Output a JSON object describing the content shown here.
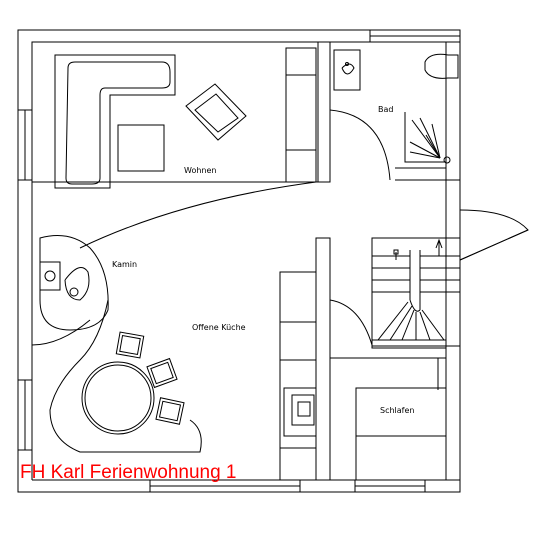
{
  "rooms": {
    "bad": "Bad",
    "wohnen": "Wohnen",
    "kamin": "Kamin",
    "kueche": "Offene Küche",
    "schlafen": "Schlafen"
  },
  "title": "FH Karl Ferienwohnung 1",
  "colors": {
    "title": "#ff0000",
    "lines": "#000000"
  }
}
